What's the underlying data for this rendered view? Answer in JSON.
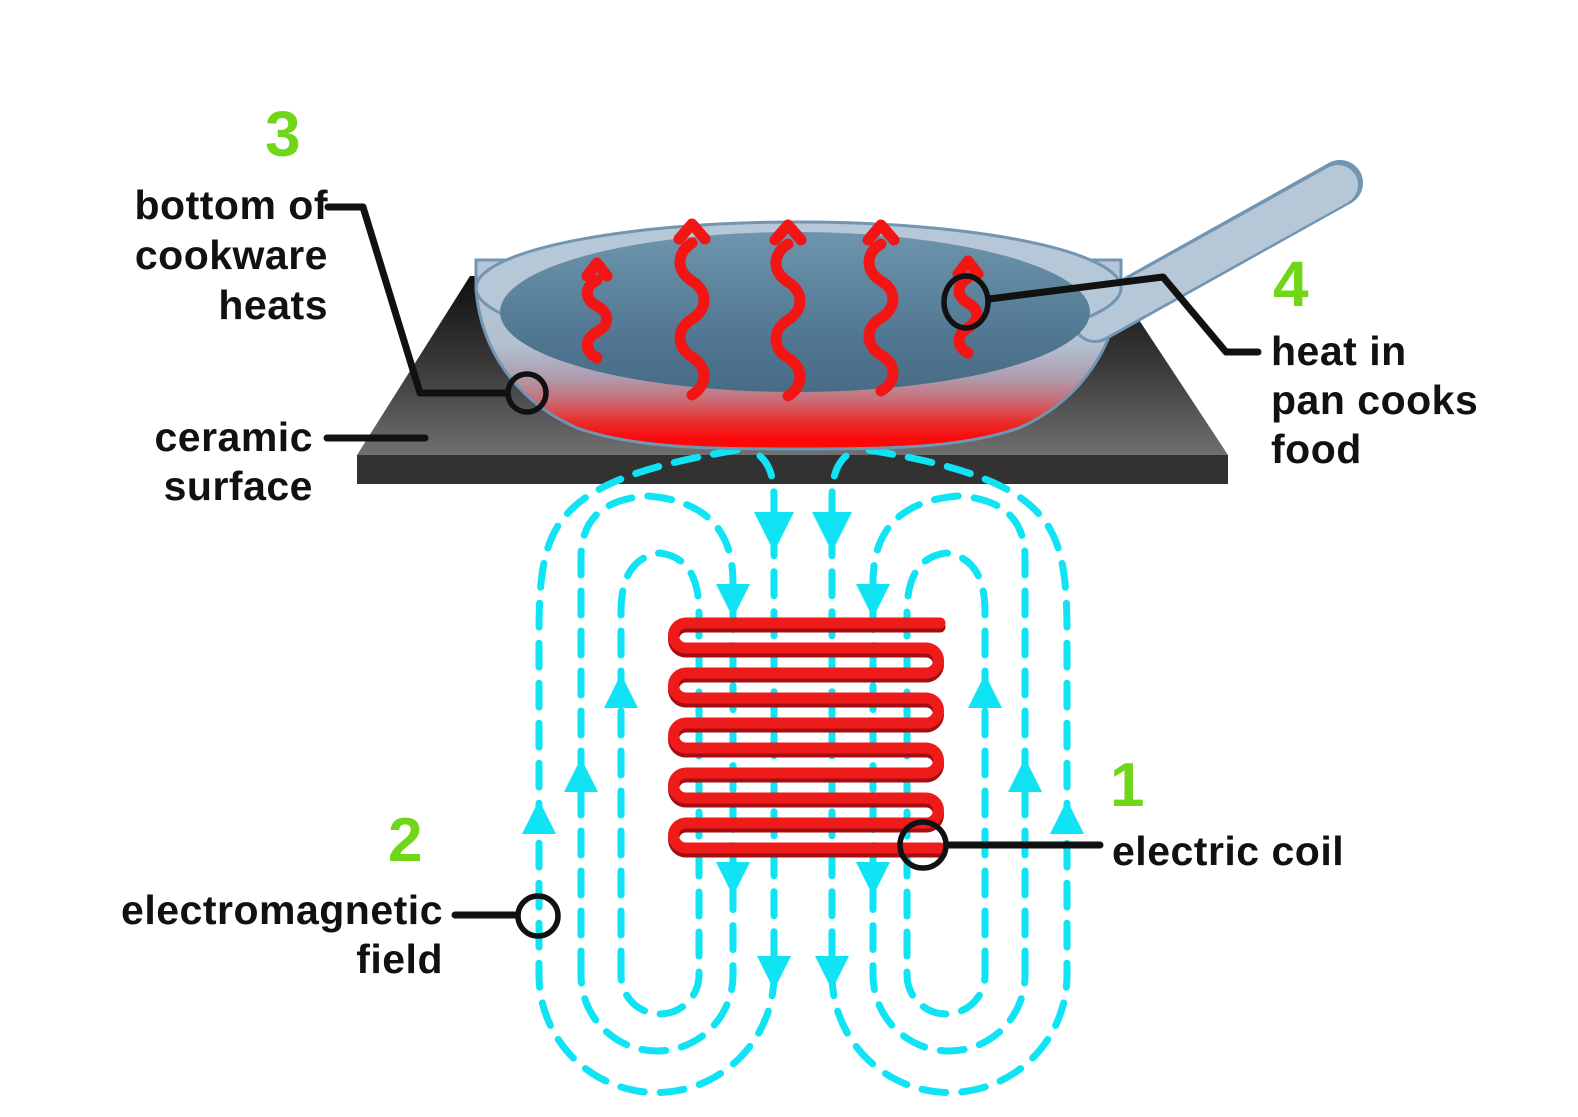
{
  "callouts": {
    "c1": {
      "number": "1",
      "label_lines": [
        "electric coil"
      ]
    },
    "c2": {
      "number": "2",
      "label_lines": [
        "electromagnetic",
        "field"
      ]
    },
    "c3": {
      "number": "3",
      "label_lines": [
        "bottom of",
        "cookware",
        "heats"
      ]
    },
    "c4": {
      "number": "4",
      "label_lines": [
        "heat in",
        "pan cooks",
        "food"
      ]
    }
  },
  "surface_label": {
    "label_lines": [
      "ceramic",
      "surface"
    ]
  },
  "icons": {
    "heat_wave_arrows": "red wavy arrows rising from pan",
    "field_arrows": "cyan dashed magnetic field loops with arrowheads",
    "callout_markers": "black circle markers with leader lines"
  },
  "colors": {
    "accent_green": "#6fd619",
    "field_cyan": "#0fe3f4",
    "coil_red": "#ee1b1b",
    "coil_red_dark": "#a50d12",
    "heat_red": "#f31414",
    "pan_light": "#b6c7d7",
    "pan_edge": "#7195b2",
    "ink": "#111111"
  }
}
